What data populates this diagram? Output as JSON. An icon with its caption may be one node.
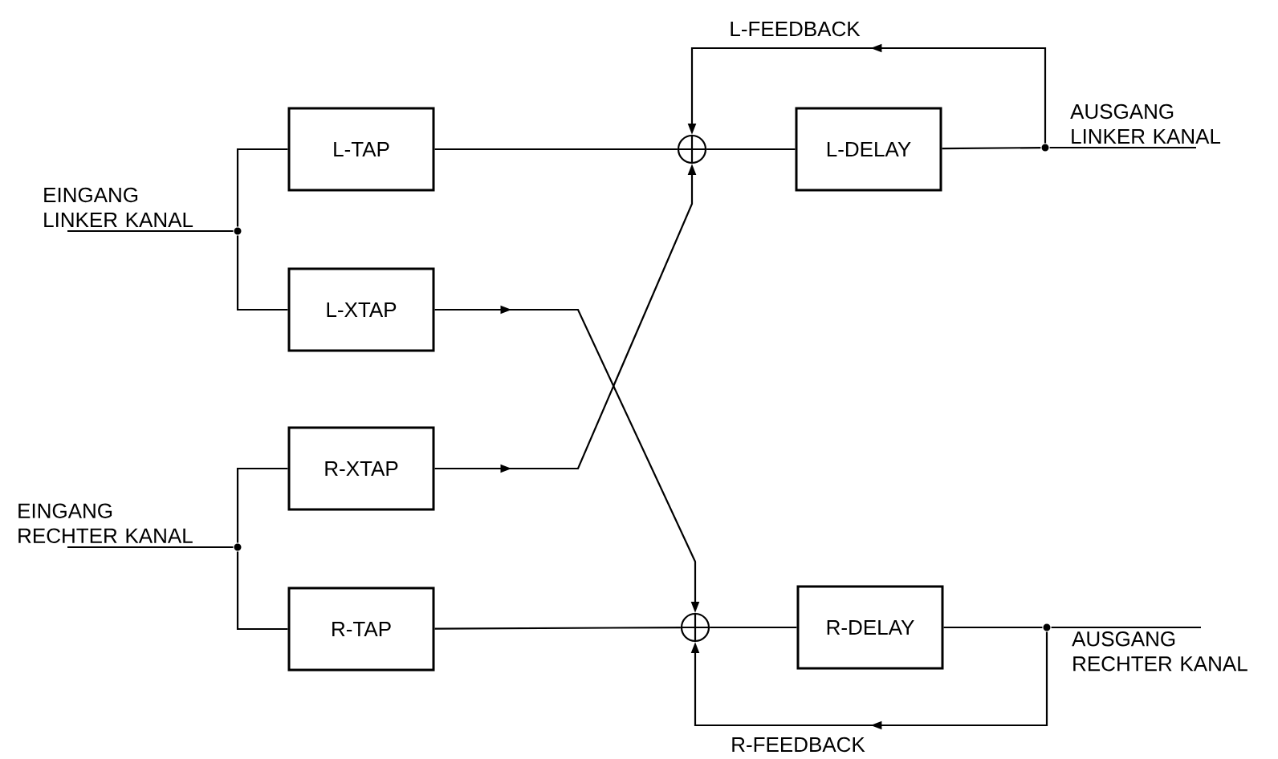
{
  "diagram": {
    "nodes": [
      {
        "text": [
          "EINGANG LINKER KANAL"
        ]
      },
      {
        "text": [],
        "shape": "circle"
      },
      {
        "text": [
          "L-TAP"
        ]
      },
      {
        "text": [
          "L-XTAP"
        ]
      },
      {
        "text": [
          "EINGANG RECHTER KANAL"
        ]
      },
      {
        "text": [],
        "shape": "circle"
      },
      {
        "text": [
          "R-XTAP"
        ]
      },
      {
        "text": [
          "R-TAP"
        ]
      },
      {
        "text": [],
        "shape": "circle"
      },
      {
        "text": [
          "L-DELAY"
        ]
      },
      {
        "text": [],
        "shape": "circle"
      },
      {
        "text": [
          "AUSGANG LINKER KANAL"
        ]
      },
      {
        "text": [],
        "shape": "circle"
      },
      {
        "text": [
          "R-DELAY"
        ]
      },
      {
        "text": [],
        "shape": "circle"
      },
      {
        "text": [
          "AUSGANG RECHTER KANAL"
        ]
      }
    ],
    "edges": [
      {
        "from": 0,
        "to": 1,
        "arrow": "none"
      },
      {
        "from": 1,
        "to": 2,
        "arrow": "none"
      },
      {
        "from": 1,
        "to": 3,
        "arrow": "none"
      },
      {
        "from": 4,
        "to": 5,
        "arrow": "none"
      },
      {
        "from": 5,
        "to": 6,
        "arrow": "none"
      },
      {
        "from": 5,
        "to": 7,
        "arrow": "none"
      },
      {
        "from": 2,
        "to": 8,
        "arrow": "none"
      },
      {
        "from": 3,
        "to": 12,
        "arrow": "to"
      },
      {
        "from": 6,
        "to": 8,
        "arrow": "to"
      },
      {
        "from": 7,
        "to": 12,
        "arrow": "none"
      },
      {
        "from": 8,
        "to": 9,
        "arrow": "none"
      },
      {
        "from": 9,
        "to": 10,
        "arrow": "none"
      },
      {
        "from": 10,
        "to": 11,
        "arrow": "none"
      },
      {
        "from": 10,
        "to": 8,
        "arrow": "to",
        "label": "L-FEEDBACK"
      },
      {
        "from": 12,
        "to": 13,
        "arrow": "none"
      },
      {
        "from": 13,
        "to": 14,
        "arrow": "none"
      },
      {
        "from": 14,
        "to": 15,
        "arrow": "none"
      },
      {
        "from": 14,
        "to": 12,
        "arrow": "to",
        "label": "R-FEEDBACK"
      }
    ]
  }
}
